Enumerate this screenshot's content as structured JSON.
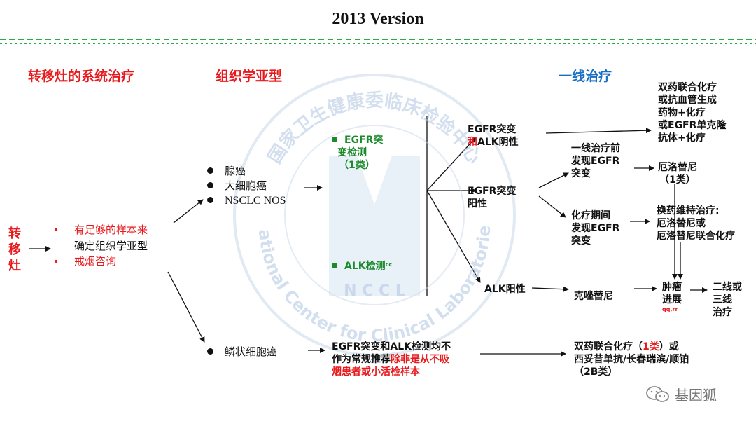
{
  "title": "2013 Version",
  "headers": {
    "systemic": "转移灶的系统治疗",
    "histology": "组织学亚型",
    "firstline": "一线治疗"
  },
  "left": {
    "metastasis_chars": [
      "转",
      "移",
      "灶"
    ],
    "item1_line1": "有足够的样本来",
    "item1_line2": "确定组织学亚型",
    "item2": "戒烟咨询"
  },
  "histology": {
    "adeno": "腺癌",
    "large": "大细胞癌",
    "nos": "NSCLC NOS",
    "squamous": "鳞状细胞癌"
  },
  "tests": {
    "egfr_line1": "EGFR突",
    "egfr_line2": "变检测",
    "egfr_line3": "（1类）",
    "alk": "ALK检测",
    "alk_sup": "cc"
  },
  "branches": {
    "neg_line1": "EGFR突变",
    "neg_and": "和",
    "neg_line2": "ALK阴性",
    "egfr_pos_line1": "EGFR突变",
    "egfr_pos_line2": "阳性",
    "alk_pos": "ALK阳性"
  },
  "squamous_note": {
    "line1": "EGFR突变和ALK检测均不",
    "line2a": "作为常规推荐",
    "line2b": "除非是从不吸",
    "line3": "烟患者或小活检样本"
  },
  "egfr_sub": {
    "before_line1": "一线治疗前",
    "before_line2": "发现EGFR",
    "before_line3": "突变",
    "during_line1": "化疗期间",
    "during_line2": "发现EGFR",
    "during_line3": "突变"
  },
  "treatments": {
    "double_line1": "双药联合化疗",
    "double_line2": "或抗血管生成",
    "double_line3": "药物+化疗",
    "double_line4": "或EGFR单克隆",
    "double_line5": "抗体+化疗",
    "erlotinib_line1": "厄洛替尼",
    "erlotinib_line2": "（1类）",
    "switch_line1": "换药维持治疗:",
    "switch_line2": "厄洛替尼或",
    "switch_line3": "厄洛替尼联合化疗",
    "crizotinib": "克唑替尼",
    "progress_line1": "肿瘤",
    "progress_line2": "进展",
    "progress_sup": "qq,rr",
    "second_line1": "二线或",
    "second_line2": "三线",
    "second_line3": "治疗",
    "squamous_tx_line1a": "双药联合化疗（",
    "squamous_tx_cat": "1类",
    "squamous_tx_line1b": "）或",
    "squamous_tx_line2": "西妥昔单抗/长春瑞滨/顺铂",
    "squamous_tx_line3": "（2B类）"
  },
  "watermark": {
    "top_text": "国家卫生健康委临床检验中心",
    "bottom_text": "National Center for Clinical Laboratories",
    "letters": "N C C L"
  },
  "logo": "基因狐",
  "colors": {
    "red": "#e8191c",
    "green": "#1a8a2a",
    "blue": "#1a6fc4",
    "divider": "#2aa84a"
  }
}
